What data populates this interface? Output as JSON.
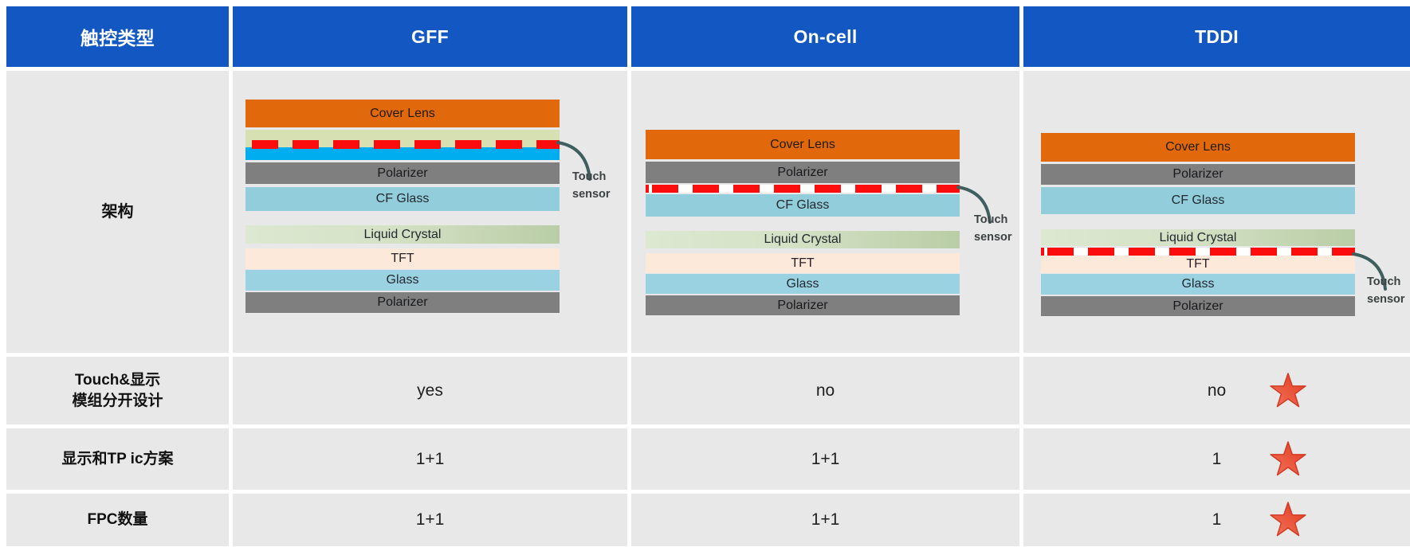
{
  "header": {
    "touch_type": "触控类型",
    "gff": "GFF",
    "oncell": "On-cell",
    "tddi": "TDDI"
  },
  "row_labels": {
    "architecture": "架构",
    "separate_design_line1": "Touch&显示",
    "separate_design_line2": "模组分开设计",
    "ic_solution": "显示和TP ic方案",
    "fpc_count": "FPC数量"
  },
  "layer_labels": {
    "cover_lens": "Cover Lens",
    "polarizer": "Polarizer",
    "cf_glass": "CF Glass",
    "liquid_crystal": "Liquid Crystal",
    "tft": "TFT",
    "glass": "Glass"
  },
  "annotations": {
    "touch_line1": "Touch",
    "touch_line2": "sensor"
  },
  "values": {
    "separate_design": {
      "gff": "yes",
      "oncell": "no",
      "tddi": "no"
    },
    "ic_solution": {
      "gff": "1+1",
      "oncell": "1+1",
      "tddi": "1"
    },
    "fpc_count": {
      "gff": "1+1",
      "oncell": "1+1",
      "tddi": "1"
    }
  },
  "colors": {
    "header_bg": "#1257C2",
    "cell_bg": "#E9E8E9",
    "cover_lens": "#E2690B",
    "polarizer": "#7F7F7F",
    "cf_glass": "#92CDDC",
    "glass": "#9AD2E2",
    "liquid_crystal_left": "#DCE8D0",
    "liquid_crystal_right": "#B9CDA6",
    "tft": "#FCE9DA",
    "gff_film_green": "#D6E0B2",
    "gff_film_cyan": "#00AEEF",
    "rgb_red": "#FB0005",
    "rgb_green": "#1CAF4F",
    "rgb_blue": "#3A1FE0",
    "dash_red": "#FB0D0D",
    "connector": "#3F5E5E",
    "star_light": "#F2765B",
    "star_dark": "#E2391F"
  }
}
